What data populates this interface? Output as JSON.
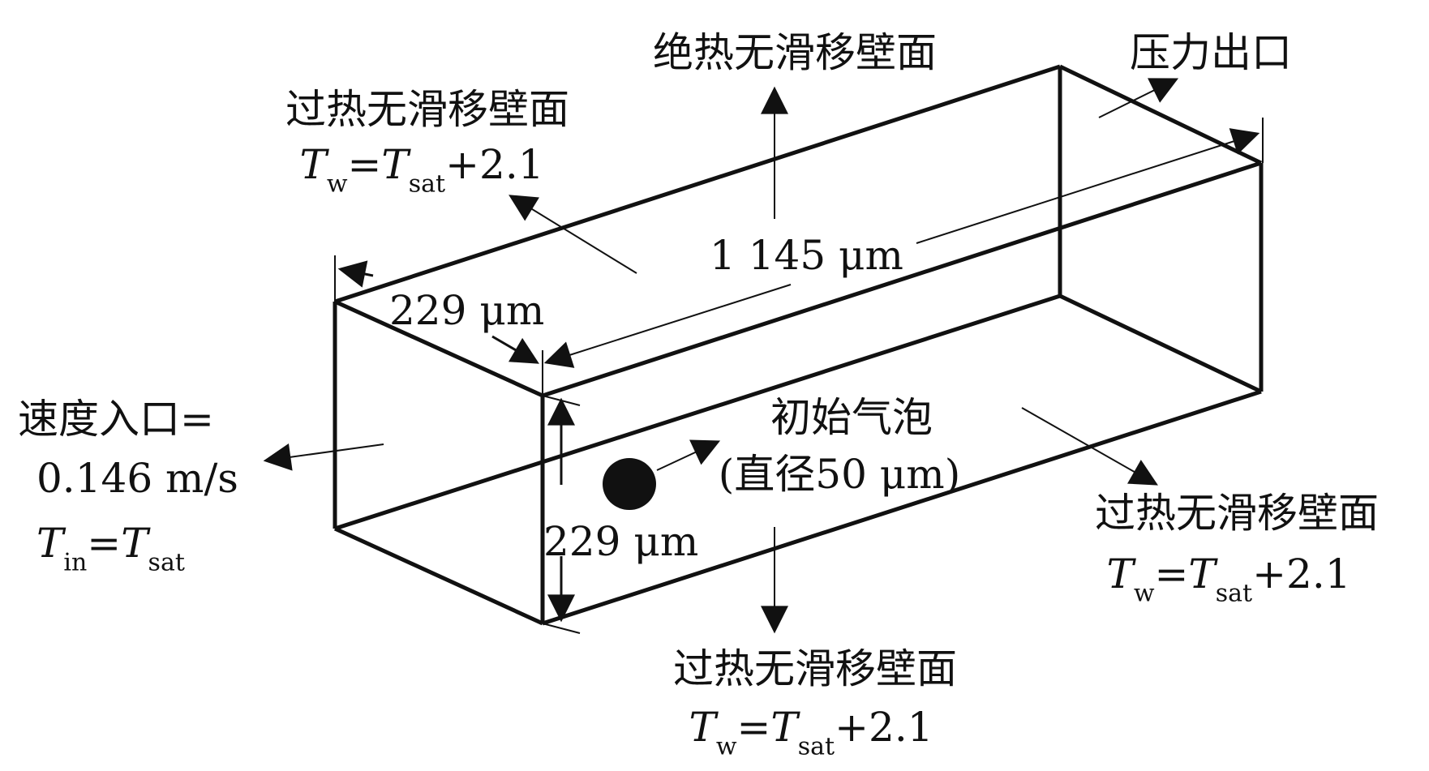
{
  "labels": {
    "top_wall": "绝热无滑移壁面",
    "outlet": "压力出口",
    "side_wall_left": {
      "title": "过热无滑移壁面",
      "eq": {
        "T": "T",
        "w": "w",
        "eq": "=",
        "Tsat": "T",
        "sat": "sat",
        "rest": "+2.1"
      }
    },
    "side_wall_right": {
      "title": "过热无滑移壁面",
      "eq": {
        "T": "T",
        "w": "w",
        "eq": "=",
        "Tsat": "T",
        "sat": "sat",
        "rest": "+2.1"
      }
    },
    "bottom_wall": {
      "title": "过热无滑移壁面",
      "eq": {
        "T": "T",
        "w": "w",
        "eq": "=",
        "Tsat": "T",
        "sat": "sat",
        "rest": "+2.1"
      }
    },
    "inlet": {
      "line1": "速度入口=",
      "line2": "0.146 m/s",
      "eq": {
        "T": "T",
        "in": "in",
        "eq": "=",
        "Tsat": "T",
        "sat": "sat"
      }
    },
    "bubble": {
      "line1": "初始气泡",
      "line2": "(直径50 μm)"
    },
    "dim_length": "1 145 μm",
    "dim_width": "229 μm",
    "dim_height": "229 μm"
  },
  "colors": {
    "stroke": "#111111",
    "bubble": "#111111"
  }
}
